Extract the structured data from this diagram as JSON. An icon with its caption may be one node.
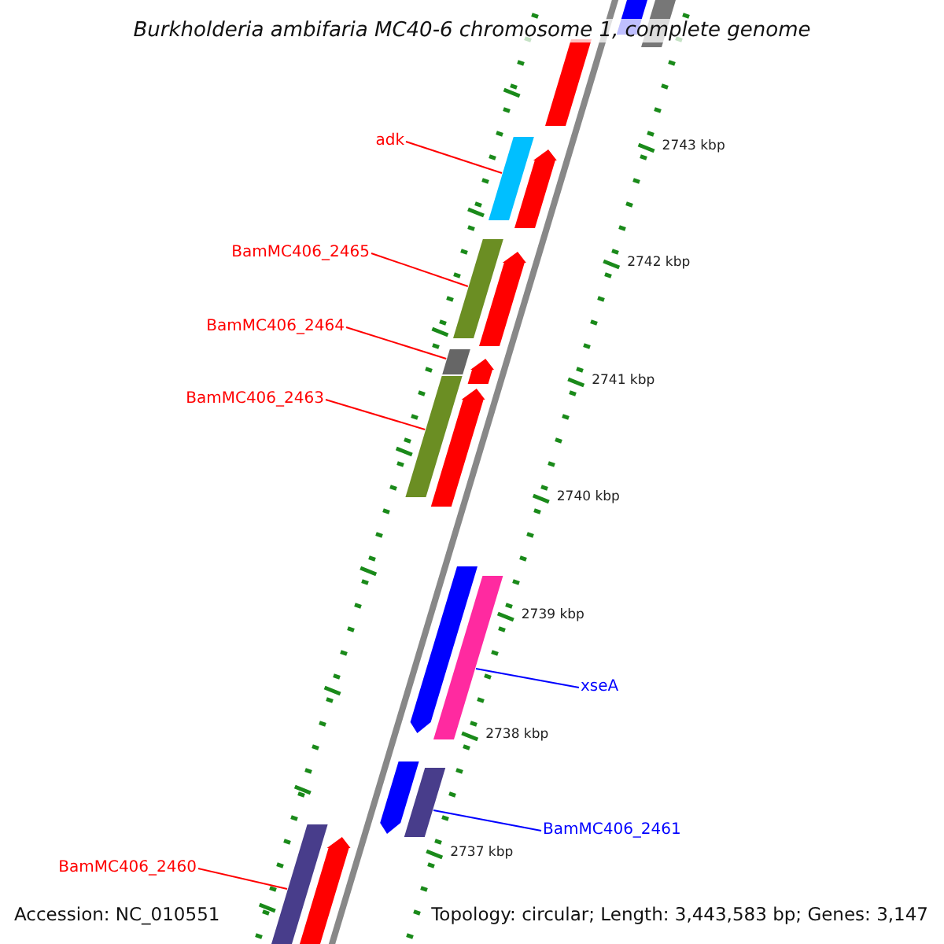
{
  "diagram": {
    "title": "Burkholderia ambifaria MC40-6 chromosome 1, complete genome",
    "nodes": [
      {
        "text": [
          "adk"
        ]
      },
      {
        "text": [
          "BamMC406_2465"
        ]
      },
      {
        "text": [
          "BamMC406_2464"
        ]
      },
      {
        "text": [
          "BamMC406_2463"
        ]
      },
      {
        "text": [
          "xseA"
        ]
      },
      {
        "text": [
          "BamMC406_2461"
        ]
      },
      {
        "text": [
          "BamMC406_2460"
        ]
      },
      {
        "text": [],
        "shape": "bar"
      },
      {
        "text": [],
        "shape": "bar"
      },
      {
        "text": [],
        "shape": "bar"
      },
      {
        "text": [],
        "shape": "bar"
      },
      {
        "text": [],
        "shape": "bar"
      },
      {
        "text": [],
        "shape": "bar"
      },
      {
        "text": [],
        "shape": "bar"
      },
      {
        "text": [],
        "shape": "bar"
      },
      {
        "text": [],
        "shape": "bar"
      },
      {
        "text": [],
        "shape": "bar"
      },
      {
        "text": [],
        "shape": "bar"
      },
      {
        "text": [],
        "shape": "bar"
      },
      {
        "text": [],
        "shape": "bar"
      },
      {
        "text": [],
        "shape": "bar"
      },
      {
        "text": [],
        "shape": "bar"
      },
      {
        "text": [],
        "shape": "bar"
      },
      {
        "text": [],
        "shape": "bar"
      }
    ],
    "edges": [
      {
        "from": 0,
        "to": 7,
        "arrow": "none"
      },
      {
        "from": 1,
        "to": 8,
        "arrow": "none"
      },
      {
        "from": 2,
        "to": 9,
        "arrow": "none"
      },
      {
        "from": 3,
        "to": 10,
        "arrow": "none"
      },
      {
        "from": 4,
        "to": 11,
        "arrow": "none",
        "color": "#0000ff"
      },
      {
        "from": 5,
        "to": 12,
        "arrow": "none",
        "color": "#0000ff"
      },
      {
        "from": 6,
        "to": 13,
        "arrow": "none"
      }
    ],
    "labels": [
      "2743 kbp",
      "2742 kbp",
      "2741 kbp",
      "2740 kbp",
      "2739 kbp",
      "2738 kbp",
      "2737 kbp",
      "Accession: NC_010551",
      "Topology: circular; Length: 3,443,583 bp; Genes: 3,147"
    ]
  }
}
